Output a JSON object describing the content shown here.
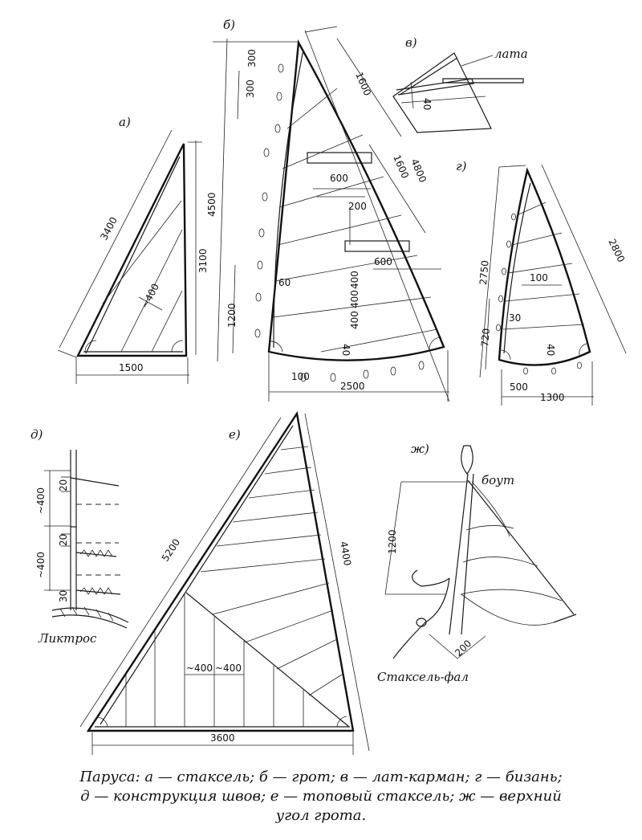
{
  "labels": {
    "a": "а)",
    "b": "б)",
    "v": "в)",
    "g": "г)",
    "d": "д)",
    "e": "е)",
    "zh": "ж)"
  },
  "sail_a": {
    "luff": "3400",
    "leech": "3100",
    "foot": "1500",
    "seam": "~400"
  },
  "sail_b": {
    "luff": "4500",
    "luff_top1": "300",
    "luff_top2": "300",
    "luff_low": "1200",
    "leech_top": "1600",
    "leech_mid": "1600",
    "leech_total": "4800",
    "batten1": "600",
    "batten_gap": "200",
    "batten2": "600",
    "seam1": "400",
    "seam2": "400",
    "seam3": "400",
    "eye": "60",
    "foot_reef": "40",
    "foot_step": "100",
    "foot": "2500"
  },
  "sail_v": {
    "word": "лата",
    "dim": "40"
  },
  "sail_g": {
    "luff": "2750",
    "leech": "2800",
    "seam": "100",
    "luff_low": "720",
    "eye": "30",
    "foot_reef": "40",
    "foot_step": "500",
    "foot": "1300"
  },
  "sail_d": {
    "gap1": "~400",
    "gap2": "~400",
    "w1": "20",
    "w2": "20",
    "w3": "30",
    "word": "Ликтрос"
  },
  "sail_e": {
    "luff": "5200",
    "leech": "4400",
    "seam1": "~400",
    "seam2": "~400",
    "foot": "3600"
  },
  "sail_zh": {
    "word_top": "боут",
    "dim_h": "1200",
    "dim_200": "200",
    "word_bottom": "Стаксель-фал"
  },
  "caption": {
    "line1": "Паруса: а — стаксель; б — грот; в — лат-карман; г — бизань;",
    "line2": "д — конструкция швов; е — топовый стаксель; ж — верхний",
    "line3": "угол грота."
  }
}
